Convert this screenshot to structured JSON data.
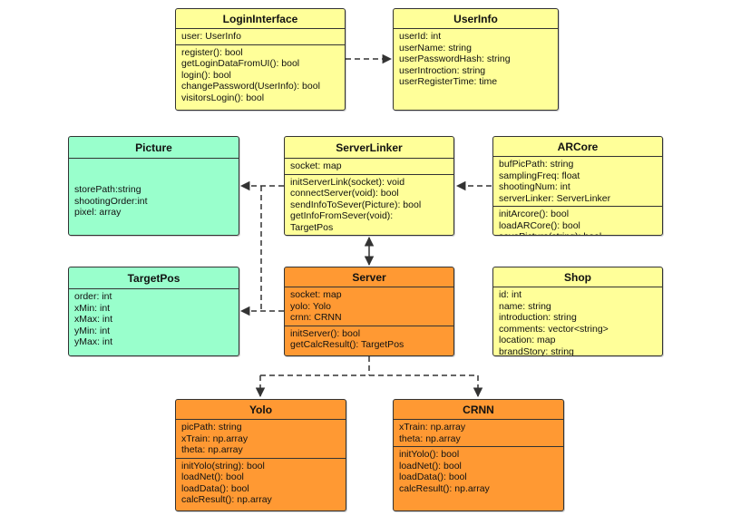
{
  "classes": {
    "login_interface": {
      "name": "LoginInterface",
      "attributes": [
        "user: UserInfo"
      ],
      "methods": [
        "register(): bool",
        "getLoginDataFromUI(): bool",
        "login(): bool",
        "changePassword(UserInfo): bool",
        "visitorsLogin(): bool"
      ]
    },
    "user_info": {
      "name": "UserInfo",
      "attributes": [
        "userId: int",
        "userName: string",
        "userPasswordHash: string",
        "userIntroction: string",
        "userRegisterTime: time"
      ],
      "methods": []
    },
    "picture": {
      "name": "Picture",
      "attributes": [
        "storePath:string",
        "shootingOrder:int",
        "pixel: array"
      ],
      "methods": []
    },
    "server_linker": {
      "name": "ServerLinker",
      "attributes": [
        "socket: map"
      ],
      "methods": [
        "initServerLink(socket): void",
        "connectServer(void): bool",
        "sendInfoToSever(Picture): bool",
        "getInfoFromSever(void):",
        "TargetPos"
      ]
    },
    "ar_core": {
      "name": "ARCore",
      "attributes": [
        "bufPicPath: string",
        "samplingFreq: float",
        "shootingNum: int",
        "serverLinker: ServerLinker"
      ],
      "methods": [
        "initArcore(): bool",
        "loadARCore(): bool",
        "savePicture(string): bool"
      ]
    },
    "target_pos": {
      "name": "TargetPos",
      "attributes": [
        "order: int",
        "xMin: int",
        "xMax: int",
        "yMin: int",
        "yMax: int"
      ],
      "methods": []
    },
    "server": {
      "name": "Server",
      "attributes": [
        "socket: map",
        "yolo: Yolo",
        "crnn: CRNN"
      ],
      "methods": [
        "initServer(): bool",
        "getCalcResult(): TargetPos"
      ]
    },
    "shop": {
      "name": "Shop",
      "attributes": [
        "id: int",
        "name: string",
        "introduction: string",
        "comments: vector<string>",
        "location: map",
        "brandStory: string"
      ],
      "methods": []
    },
    "yolo": {
      "name": "Yolo",
      "attributes": [
        "picPath: string",
        "xTrain: np.array",
        "theta: np.array"
      ],
      "methods": [
        "initYolo(string): bool",
        "loadNet(): bool",
        "loadData(): bool",
        "calcResult(): np.array"
      ]
    },
    "crnn": {
      "name": "CRNN",
      "attributes": [
        "xTrain: np.array",
        "theta: np.array"
      ],
      "methods": [
        "initYolo(): bool",
        "loadNet(): bool",
        "loadData(): bool",
        "calcResult(): np.array"
      ]
    }
  },
  "colors": {
    "yellow": "#ffff99",
    "green": "#99ffcc",
    "orange": "#ff9933",
    "border": "#333333"
  }
}
